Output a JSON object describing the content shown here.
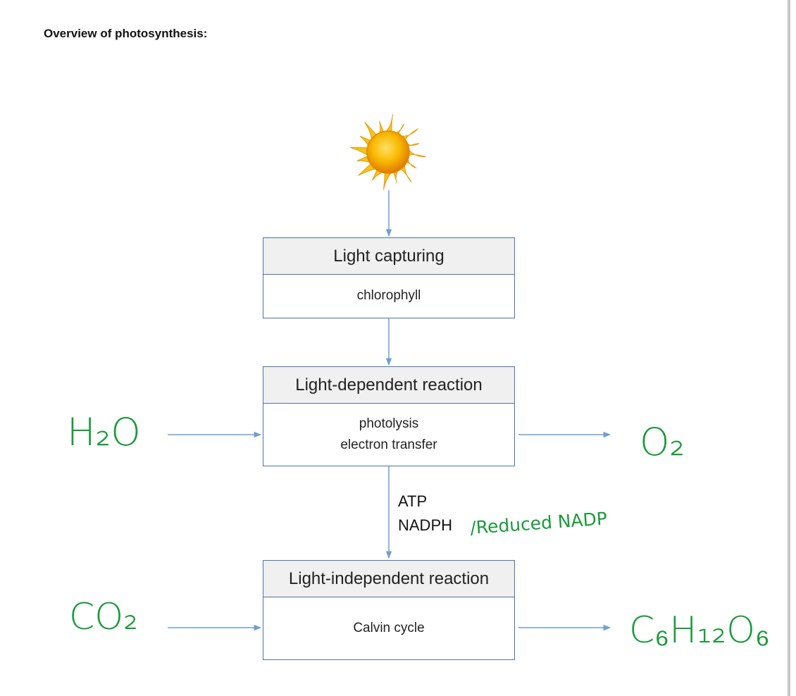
{
  "title": "Overview of photosynthesis:",
  "stages": [
    {
      "heading": "Light capturing",
      "lines": [
        "chlorophyll"
      ]
    },
    {
      "heading": "Light-dependent reaction",
      "lines": [
        "photolysis",
        "electron transfer"
      ]
    },
    {
      "heading": "Light-independent reaction",
      "lines": [
        "Calvin cycle"
      ]
    }
  ],
  "intermediate_products": [
    "ATP",
    "NADPH"
  ],
  "handwritten": {
    "input_1": "H₂O",
    "output_1": "O₂",
    "input_2": "CO₂",
    "output_2": "C₆H₁₂O₆",
    "note": "/Reduced NADP"
  },
  "colors": {
    "box_border": "#4a74a8",
    "header_fill": "#f0f0f0",
    "arrow": "#6f9fd0",
    "handwriting": "#1a9a3a",
    "sun_core": "#f5a300",
    "sun_rays": "#f7c21d"
  },
  "icons": [
    "sun-icon"
  ]
}
